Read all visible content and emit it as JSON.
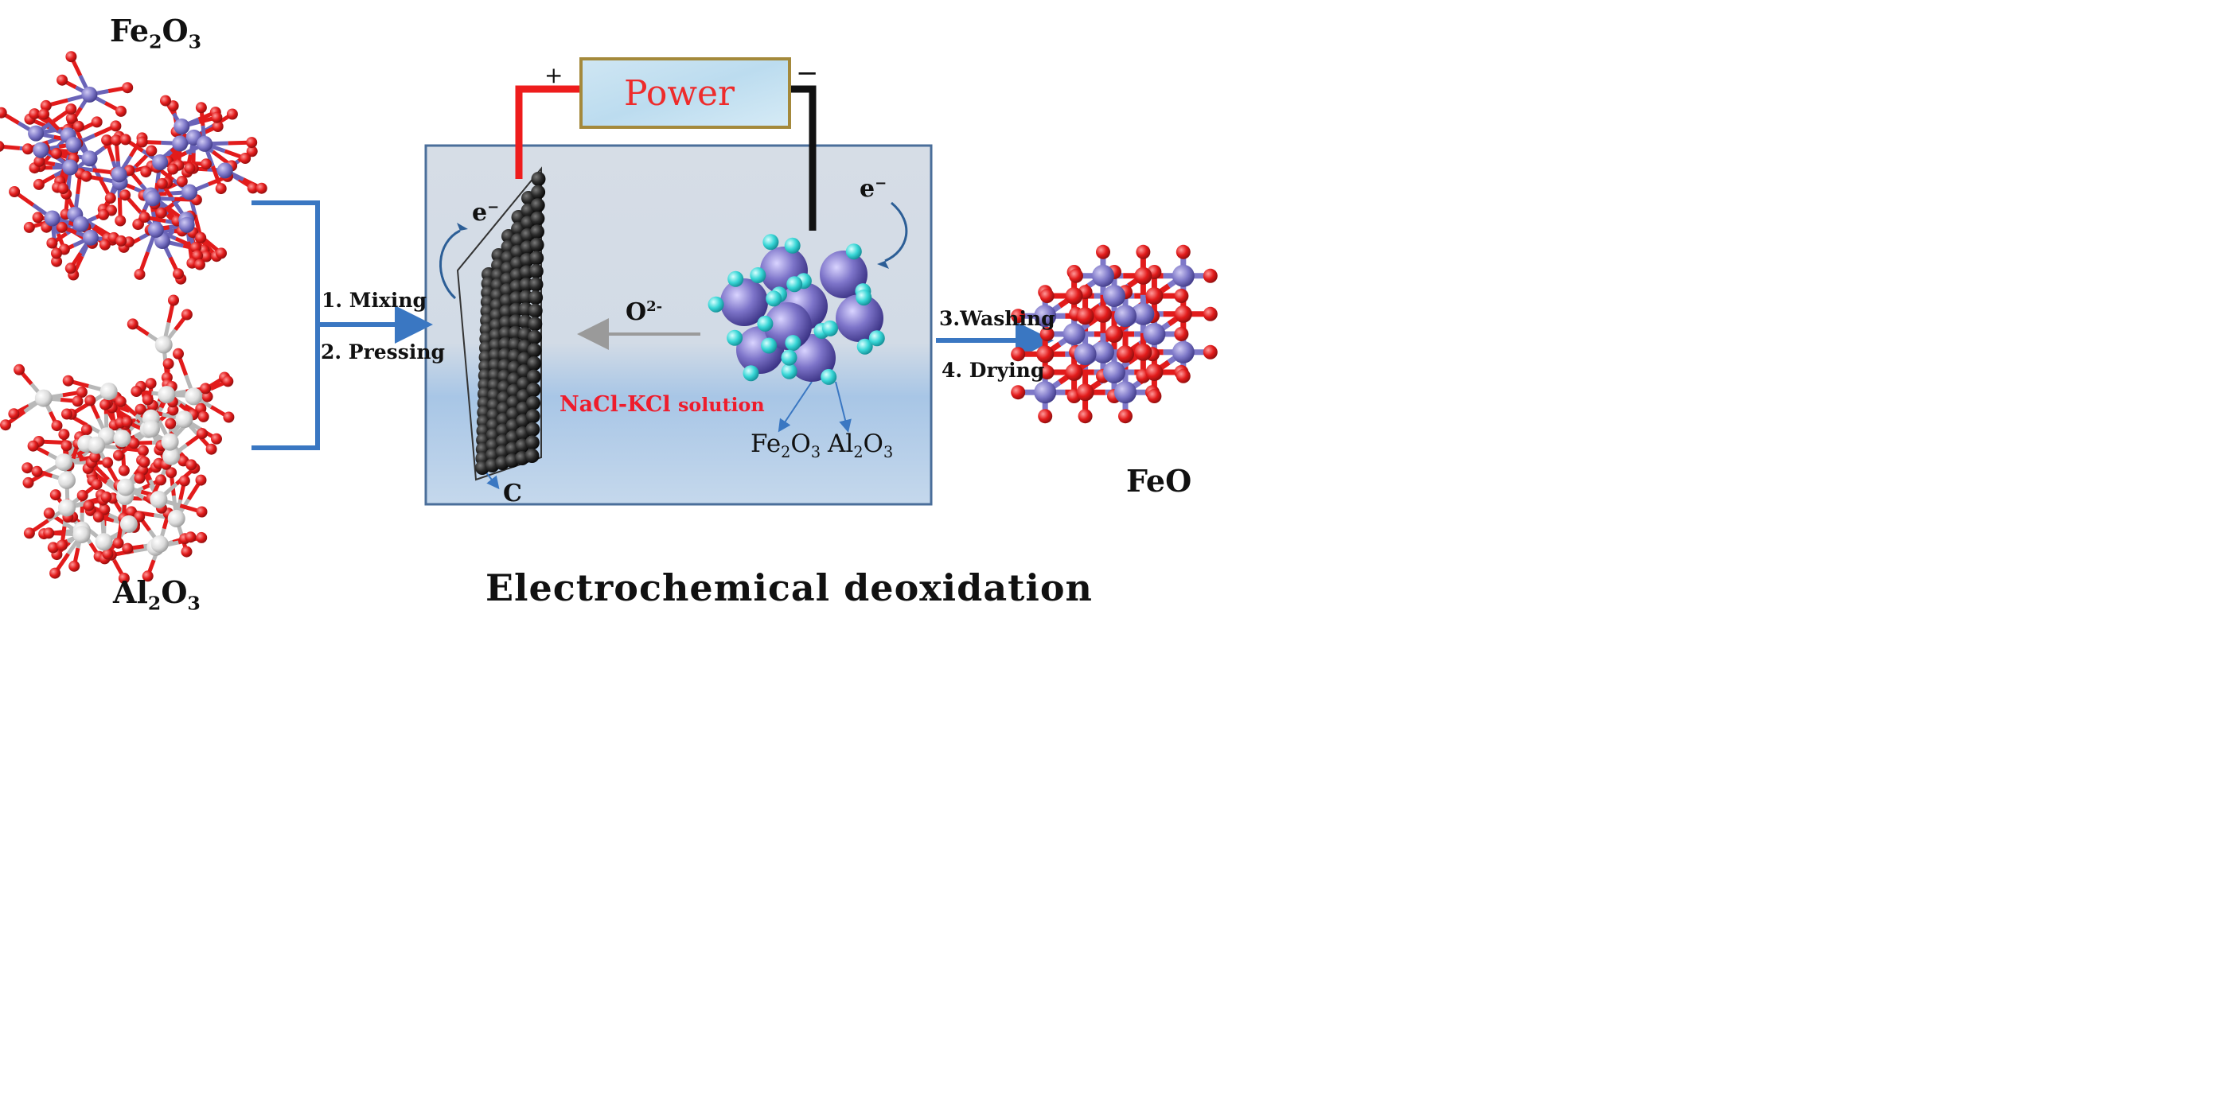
{
  "labels": {
    "fe2o3_top": [
      "Fe",
      "2",
      "O",
      "3"
    ],
    "al2o3_bottom": [
      "Al",
      "2",
      "O",
      "3"
    ],
    "step1": "1. Mixing",
    "step2": "2. Pressing",
    "power": "Power",
    "plus": "+",
    "minus": "−",
    "electron_left": [
      "e",
      "−"
    ],
    "electron_right": [
      "e",
      "−"
    ],
    "oxygen_ion": [
      "O",
      "2-"
    ],
    "electrolyte": [
      "NaCl-KCl",
      "solution"
    ],
    "carbon": "C",
    "cathode_fe2o3": [
      "Fe",
      "2",
      "O",
      "3"
    ],
    "cathode_al2o3": [
      "Al",
      "2",
      "O",
      "3"
    ],
    "step3": "3.Washing",
    "step4": "4. Drying",
    "product": "FeO",
    "process_title": "Electrochemical deoxidation"
  },
  "colors": {
    "oxygen_atom": "#e21b1b",
    "iron_atom": "#7e78c8",
    "aluminium_atom": "#d9d9d9",
    "carbon_atom": "#262626",
    "cathode_small_atom": "#38d6d6",
    "cathode_large_atom": "#7d74c9",
    "flow_arrow": "#3a77c2",
    "positive_wire": "#ee1c1c",
    "negative_wire": "#111111",
    "bath_top": "#d6dde6",
    "bath_bottom": "#9bbde2",
    "power_text": "#ee2b2b",
    "electrolyte_text": "#ee1c2c",
    "ion_arrow": "#9a9a9a"
  }
}
